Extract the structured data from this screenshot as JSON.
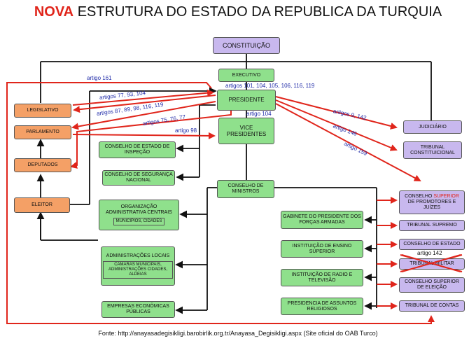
{
  "title": {
    "highlight": "NOVA",
    "rest": "ESTRUTURA DO ESTADO DA REPUBLICA DA TURQUIA"
  },
  "boxes": {
    "constituicao": "CONSTITUIÇÃO",
    "executivo": "EXECUTIVO",
    "presidente": "PRESIDENTE",
    "vice": "VICE PRESIDENTES",
    "conselho_ministros": "CONSELHO DE MINISTROS",
    "legislativo": "LEGISLATIVO",
    "parlamento": "PARLAMENTO",
    "deputados": "DEPUTADOS",
    "eleitor": "ELEITOR",
    "judiciario": "JUDICIÁRIO",
    "tribunal_const": "TRIBUNAL CONSTITUICIONAL",
    "conselho_inspecao": "CONSELHO DE ESTADO DE INSPEÇÃO",
    "conselho_seguranca": "CONSELHO DE SEGURANÇA NACIONAL",
    "org_admin": "ORGANIZAÇÃO ADMINISTRATIVA CENTRAIS",
    "org_admin_sub": "MUNICIPIOS, CIDADES",
    "admin_locais": "ADMINISTRAÇÕES LOCAIS",
    "admin_locais_sub": "CAMARAS MUNICIPAIS, ADMINISTRAÇÕES CIDADES, ALDEIAS",
    "empresas": "EMPRESAS ECONÔMICAS PÚBLICAS",
    "gabinete": "GABINETE DO PRESIDENTE DOS FORÇAS ARMADAS",
    "ensino": "INSTITUIÇÃO DE ENSINO SUPERIOR",
    "radio": "INSTITUIÇÃO DE RADIO E TELEVISÃO",
    "religiosos": "PRESIDENCIA DE ASSUNTOS RELIGIOSOS",
    "cs_pre": "CONSELHO",
    "cs_highlight": "SUPERIOR",
    "cs_post": "DE PROMOTORES E JUÍZES",
    "trib_supremo": "TRIBUNAL SUPREMO",
    "conselho_estado": "CONSELHO DE ESTADO",
    "trib_militar": "TRIBUNAL MILITAR",
    "cs_eleicao": "CONSELHO SUPERIOR DE ELEIÇÃO",
    "trib_contas": "TRIBUNAL DE CONTAS"
  },
  "labels": {
    "a161": "artigo 161",
    "a77": "artigos 77, 93, 104",
    "a87": "artigos 87, 89, 98, 116, 119",
    "a101": "artigos 101, 104, 105, 106, 116, 119",
    "a104": "artigo 104",
    "a75": "artigos 75, 76, 77",
    "a98": "artigo 98",
    "a9": "artigos 9, 142",
    "a146": "artigo 146",
    "a159": "artigo 159",
    "a142": "artigo 142"
  },
  "footer": "Fonte: http://anayasadegisikligi.barobirlik.org.tr/Anayasa_Degisikligi.aspx (Site oficial do OAB Turco)",
  "colors": {
    "purple": "#c8b8ee",
    "green": "#8fe08c",
    "orange": "#f4a066",
    "red": "#e0251b",
    "label": "#1f2aa8"
  }
}
